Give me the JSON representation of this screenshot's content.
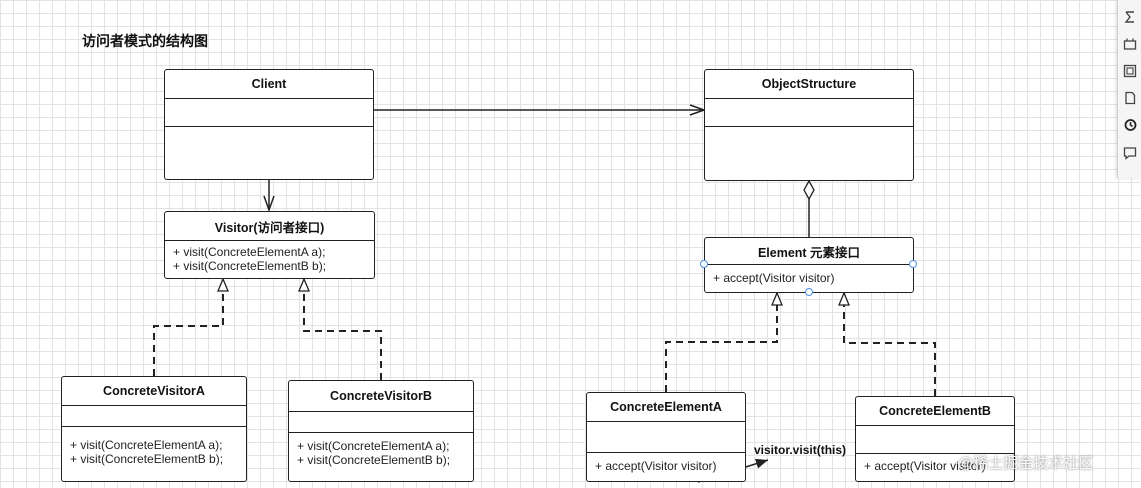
{
  "title": "访问者模式的结构图",
  "classes": {
    "client": {
      "name": "Client"
    },
    "object_structure": {
      "name": "ObjectStructure"
    },
    "visitor": {
      "name": "Visitor(访问者接口)",
      "methods": [
        "+ visit(ConcreteElementA a);",
        "+ visit(ConcreteElementB b);"
      ]
    },
    "element": {
      "name": "Element 元素接口",
      "methods": [
        "+ accept(Visitor visitor)"
      ]
    },
    "visitor_a": {
      "name": "ConcreteVisitorA",
      "methods": [
        "+ visit(ConcreteElementA a);",
        "+ visit(ConcreteElementB b);"
      ]
    },
    "visitor_b": {
      "name": "ConcreteVisitorB",
      "methods": [
        "+ visit(ConcreteElementA a);",
        "+ visit(ConcreteElementB b);"
      ]
    },
    "element_a": {
      "name": "ConcreteElementA",
      "methods": [
        "+ accept(Visitor visitor)"
      ]
    },
    "element_b": {
      "name": "ConcreteElementB",
      "methods": [
        "+ accept(Visitor visitor)"
      ]
    }
  },
  "annotation": "visitor.visit(this)",
  "watermark": "@稀土掘金技术社区",
  "toolbar_icons": [
    "formula-icon",
    "link-icon",
    "layers-icon",
    "page-icon",
    "history-icon",
    "comment-icon"
  ]
}
